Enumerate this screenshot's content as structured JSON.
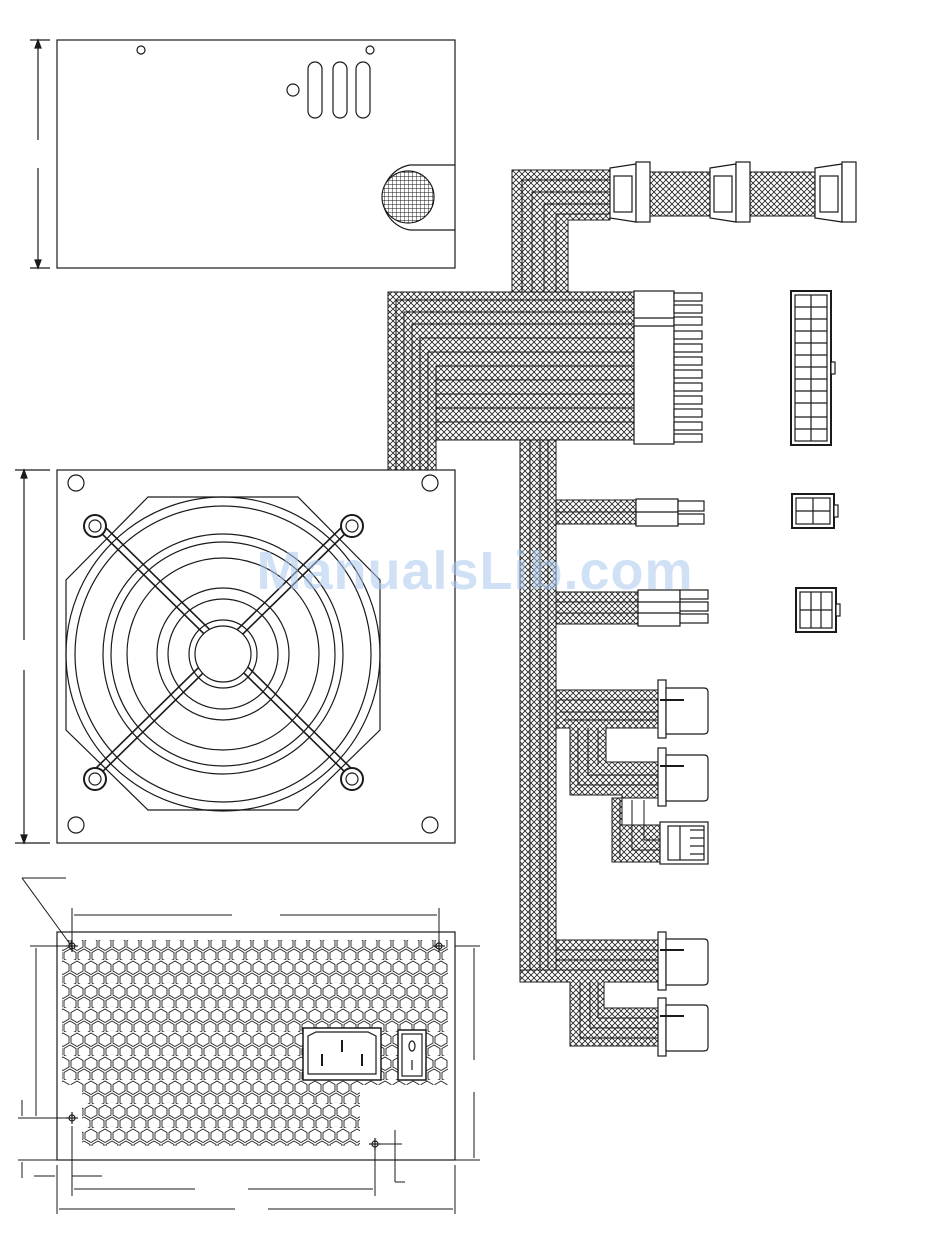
{
  "watermark": "ManualsLib.com",
  "colors": {
    "line": "#1a1a1a",
    "background": "#ffffff",
    "watermark": "#aac8ee"
  },
  "views": [
    "top-view",
    "fan-view",
    "rear-panel"
  ],
  "connectors": [
    "sata-power-chain",
    "atx-main-24pin",
    "eps-4pin",
    "pcie-6pin",
    "molex-peripheral-upper",
    "molex-peripheral-lower"
  ],
  "rear_panel": {
    "components": [
      "ac-inlet",
      "power-switch",
      "honeycomb-vent"
    ]
  }
}
